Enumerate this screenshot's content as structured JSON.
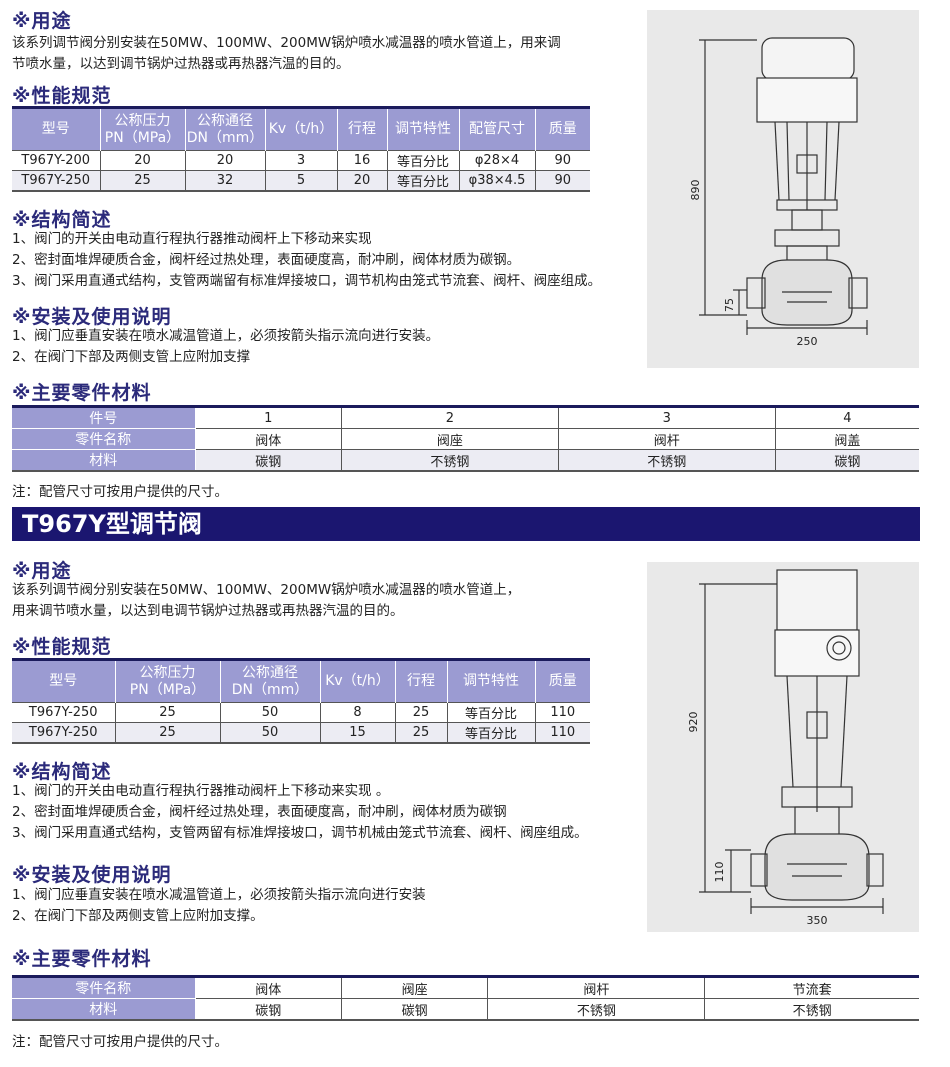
{
  "top": {
    "usage_title": "※用途",
    "usage_lines": [
      "该系列调节阀分别安装在50MW、100MW、200MW锅炉喷水减温器的喷水管道上，用来调",
      "节喷水量，以达到调节锅炉过热器或再热器汽温的目的。"
    ],
    "spec_title": "※性能规范",
    "spec_headers": [
      "型号",
      "公称压力\nPN（MPa）",
      "公称通径\nDN（mm）",
      "Kv（t/h）",
      "行程",
      "调节特性",
      "配管尺寸",
      "质量"
    ],
    "spec_rows": [
      [
        "T967Y-200",
        "20",
        "20",
        "3",
        "16",
        "等百分比",
        "φ28×4",
        "90"
      ],
      [
        "T967Y-250",
        "25",
        "32",
        "5",
        "20",
        "等百分比",
        "φ38×4.5",
        "90"
      ]
    ],
    "structure_title": "※结构简述",
    "structure_lines": [
      "1、阀门的开关由电动直行程执行器推动阀杆上下移动来实现",
      "2、密封面堆焊硬质合金，阀杆经过热处理，表面硬度高，耐冲刷，阀体材质为碳钢。",
      "3、阀门采用直通式结构，支管两端留有标准焊接坡口，调节机构由笼式节流套、阀杆、阀座组成。"
    ],
    "install_title": "※安装及使用说明",
    "install_lines": [
      "1、阀门应垂直安装在喷水减温管道上，必须按箭头指示流向进行安装。",
      "2、在阀门下部及两侧支管上应附加支撑"
    ],
    "parts_title": "※主要零件材料",
    "parts_rows": [
      {
        "label": "件号",
        "cells": [
          "1",
          "2",
          "3",
          "4"
        ]
      },
      {
        "label": "零件名称",
        "cells": [
          "阀体",
          "阀座",
          "阀杆",
          "阀盖"
        ]
      },
      {
        "label": "材料",
        "cells": [
          "碳钢",
          "不锈钢",
          "不锈钢",
          "碳钢"
        ]
      }
    ],
    "note": "注：配管尺寸可按用户提供的尺寸。",
    "dims": {
      "height": "890",
      "bottom": "75",
      "width": "250"
    }
  },
  "banner": "T967Y型调节阀",
  "bottom": {
    "usage_title": "※用途",
    "usage_lines": [
      "该系列调节阀分别安装在50MW、100MW、200MW锅炉喷水减温器的喷水管道上，",
      "用来调节喷水量，以达到电调节锅炉过热器或再热器汽温的目的。"
    ],
    "spec_title": "※性能规范",
    "spec_headers": [
      "型号",
      "公称压力\nPN（MPa）",
      "公称通径\nDN（mm）",
      "Kv（t/h）",
      "行程",
      "调节特性",
      "质量"
    ],
    "spec_rows": [
      [
        "T967Y-250",
        "25",
        "50",
        "8",
        "25",
        "等百分比",
        "110"
      ],
      [
        "T967Y-250",
        "25",
        "50",
        "15",
        "25",
        "等百分比",
        "110"
      ]
    ],
    "structure_title": "※结构简述",
    "structure_lines": [
      "1、阀门的开关由电动直行程执行器推动阀杆上下移动来实现 。",
      "2、密封面堆焊硬质合金，阀杆经过热处理，表面硬度高，耐冲刷，阀体材质为碳钢",
      "3、阀门采用直通式结构，支管两留有标准焊接坡口，调节机械由笼式节流套、阀杆、阀座组成。"
    ],
    "install_title": "※安装及使用说明",
    "install_lines": [
      "1、阀门应垂直安装在喷水减温管道上，必须按箭头指示流向进行安装",
      "2、在阀门下部及两侧支管上应附加支撑。"
    ],
    "parts_title": "※主要零件材料",
    "parts_rows": [
      {
        "label": "零件名称",
        "cells": [
          "阀体",
          "阀座",
          "阀杆",
          "节流套"
        ]
      },
      {
        "label": "材料",
        "cells": [
          "碳钢",
          "碳钢",
          "不锈钢",
          "不锈钢"
        ]
      }
    ],
    "note": "注：配管尺寸可按用户提供的尺寸。",
    "dims": {
      "height": "920",
      "bottom": "110",
      "width": "350"
    }
  }
}
